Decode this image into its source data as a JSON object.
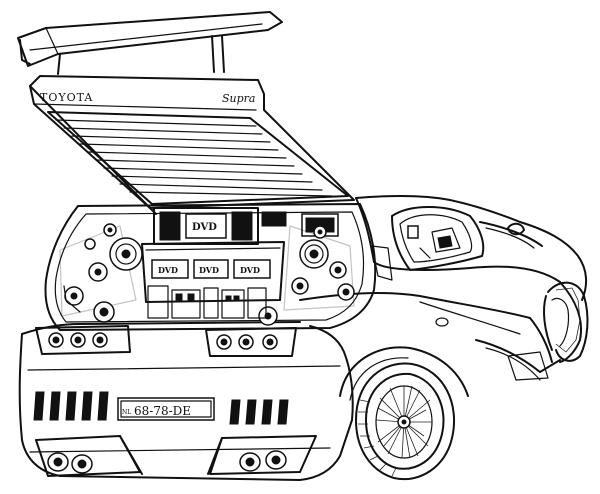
{
  "drawing": {
    "brand_text": "TOYOTA",
    "model_text": "Supra",
    "dvd_main": "DVD",
    "dvd_small": [
      "DVD",
      "DVD",
      "DVD"
    ],
    "plate_text": "68-78-DE",
    "plate_prefix": "NL"
  },
  "colors": {
    "ink": "#111111",
    "paper": "#ffffff"
  }
}
